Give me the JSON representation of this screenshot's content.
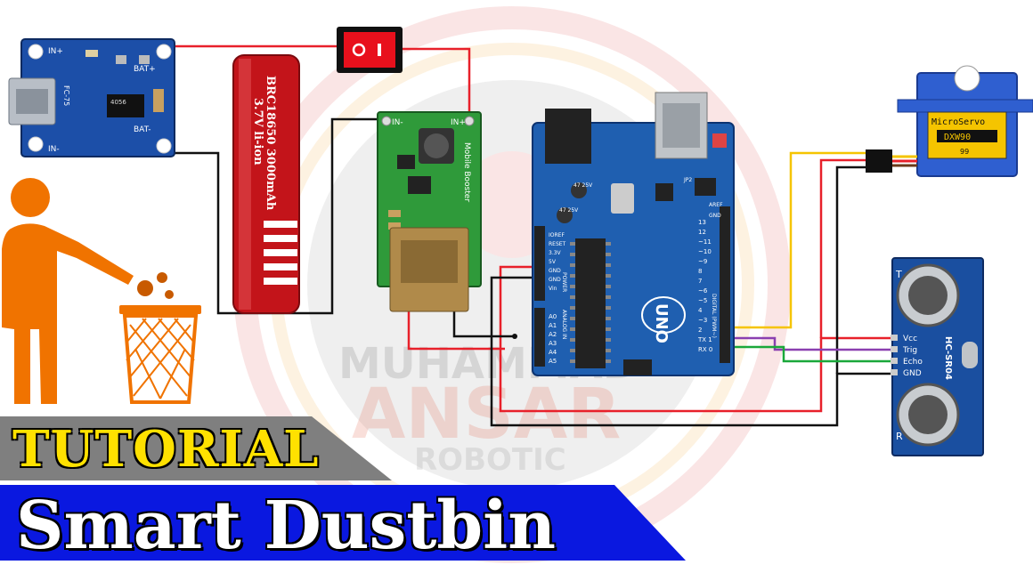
{
  "colors": {
    "wire_red": "#e8202a",
    "wire_black": "#111111",
    "wire_yellow": "#f5c400",
    "wire_green": "#1aa83a",
    "wire_purple": "#8a3fb0",
    "arduino_blue": "#1f5fb0",
    "booster_green": "#2f9a3a",
    "charger_blue": "#1c4fa8",
    "sensor_blue": "#1a4fa0",
    "person_orange": "#f07300",
    "banner_yellow": "#ffe100",
    "banner_blue": "#0a18e0"
  },
  "charger": {
    "in_plus": "IN+",
    "in_minus": "IN-",
    "bat_plus": "BAT+",
    "bat_minus": "BAT-",
    "chip": "4056",
    "model": "FC-75"
  },
  "battery": {
    "line1": "BRC18650 3000mAh",
    "line2": "3.7V li-ion"
  },
  "booster": {
    "in_minus": "IN-",
    "in_plus": "IN+",
    "side_text": "Mobile Booster"
  },
  "arduino": {
    "brand": "UNO",
    "power_pins": [
      "IOREF",
      "RESET",
      "3.3V",
      "5V",
      "GND",
      "GND",
      "Vin"
    ],
    "power_label": "POWER",
    "analog_pins": [
      "A0",
      "A1",
      "A2",
      "A3",
      "A4",
      "A5"
    ],
    "analog_label": "ANALOG IN",
    "digital_pins": [
      "13",
      "12",
      "~11",
      "~10",
      "~9",
      "8",
      "7",
      "~6",
      "~5",
      "4",
      "~3",
      "2",
      "TX 1",
      "RX 0"
    ],
    "digital_label": "DIGITAL (PWM~)",
    "top_labels": [
      "AREF",
      "GND"
    ],
    "cap1": "47 25V",
    "cap2": "47 25V",
    "icsp": "JP2"
  },
  "servo": {
    "name": "MicroServo",
    "model": "DXW90",
    "num": "99"
  },
  "sensor": {
    "pins": [
      "Vcc",
      "Trig",
      "Echo",
      "GND"
    ],
    "model": "HC-SR04",
    "t_label": "T",
    "r_label": "R"
  },
  "watermark": {
    "line1": "MUHAMMAD",
    "line2": "ANSAR",
    "line3": "ROBOTIC"
  },
  "banner": {
    "tutorial": "TUTORIAL",
    "title": "Smart Dustbin"
  }
}
